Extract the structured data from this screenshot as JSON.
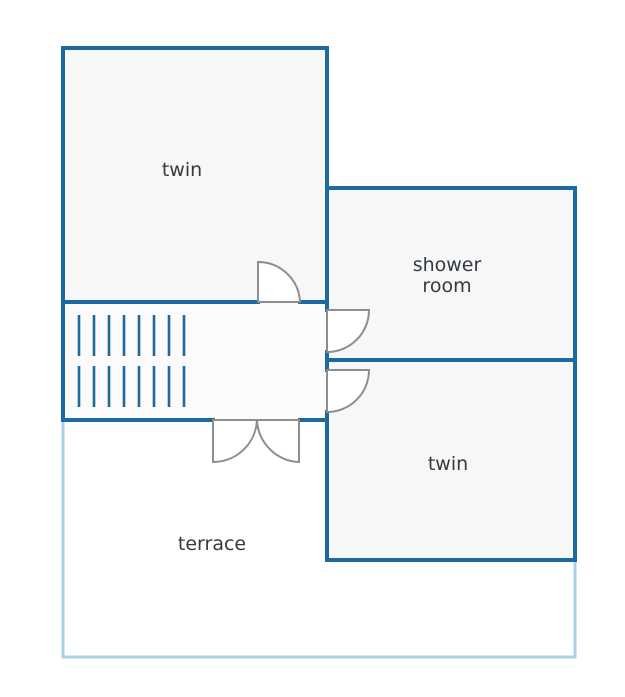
{
  "floorplan": {
    "rooms": {
      "twin_top": "twin",
      "shower_room_line1": "shower",
      "shower_room_line2": "room",
      "twin_bottom": "twin",
      "terrace": "terrace"
    },
    "colors": {
      "wall": "#1c6aa0",
      "terrace_outline": "#a9d0ea",
      "room_fill": "#f7f7f7",
      "door": "#8d8d8d",
      "label": "#333a40"
    },
    "icons": {
      "staircase": "staircase-icon",
      "door": "door-swing-icon"
    }
  }
}
